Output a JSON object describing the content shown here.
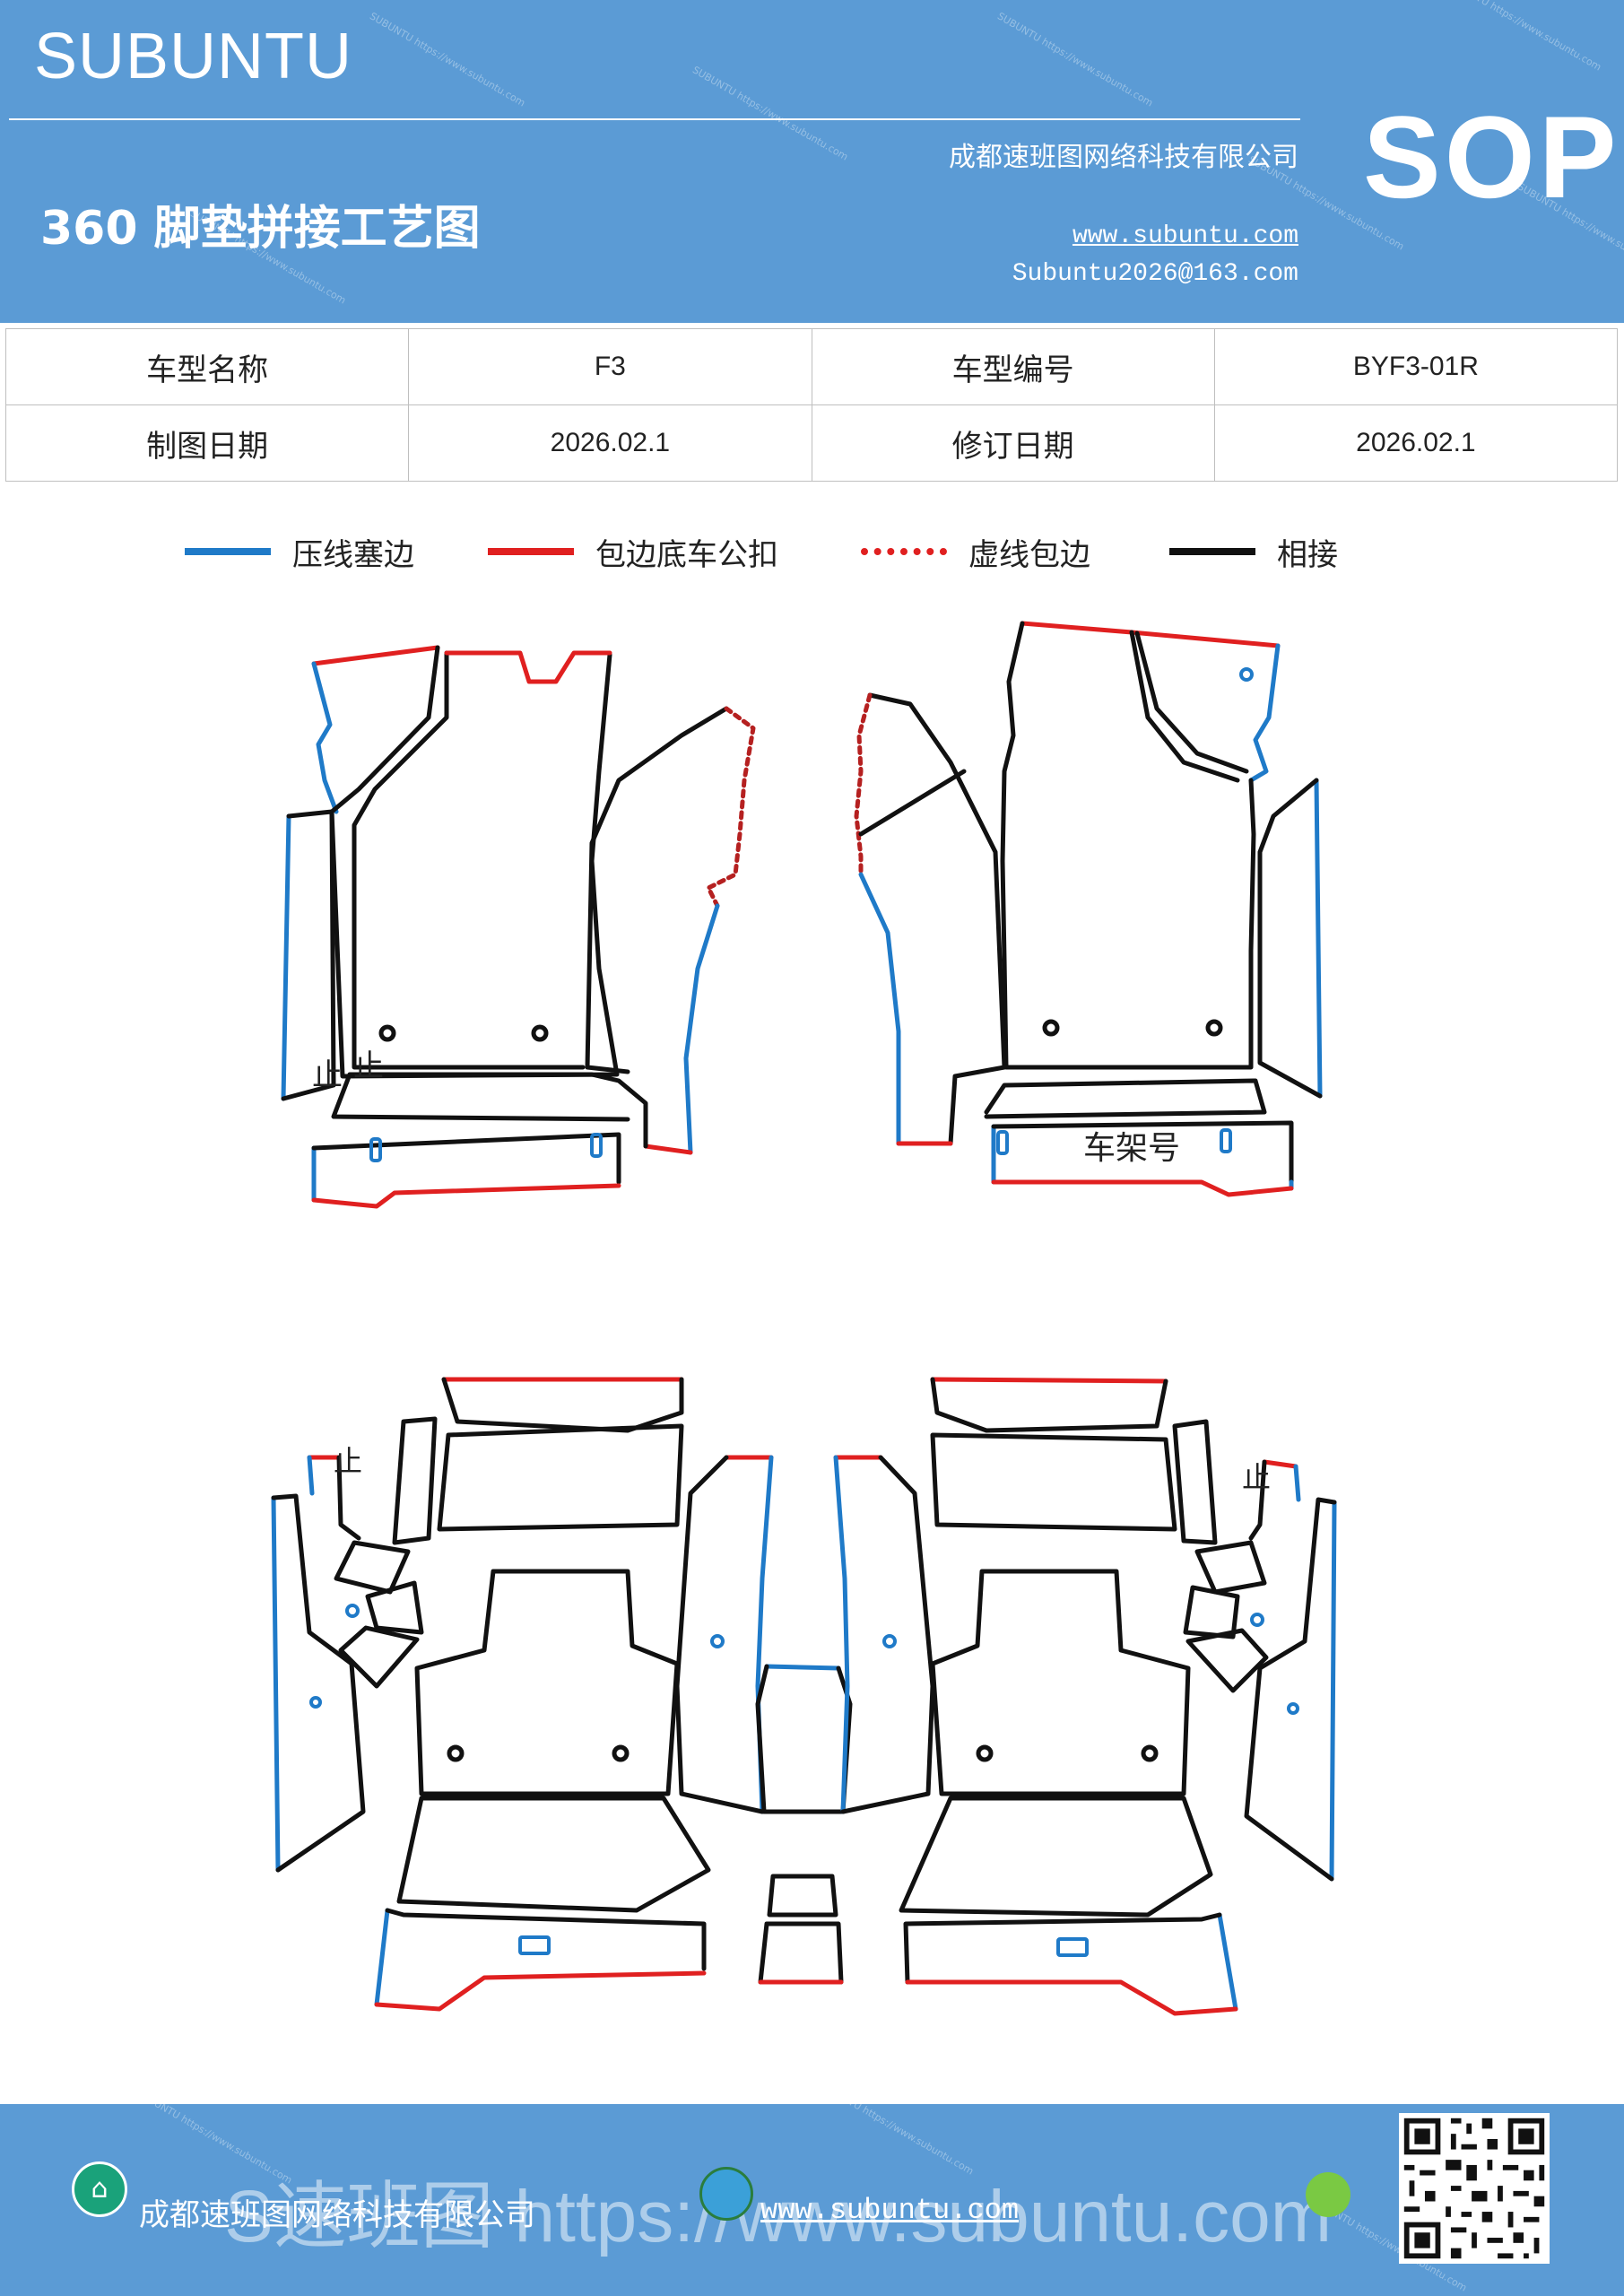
{
  "header": {
    "brand": "SUBUNTU",
    "company": "成都速班图网络科技有限公司",
    "title": "360 脚垫拼接工艺图",
    "website": "www.subuntu.com",
    "email": "Subuntu2026@163.com",
    "badge": "SOP",
    "watermark": "SUBUNTU https://www.subuntu.com"
  },
  "info_table": {
    "rows": [
      {
        "label1": "车型名称",
        "value1": "F3",
        "label2": "车型编号",
        "value2": "BYF3-01R"
      },
      {
        "label1": "制图日期",
        "value1": "2026.02.1",
        "label2": "修订日期",
        "value2": "2026.02.1"
      }
    ]
  },
  "legend": [
    {
      "label": "压线塞边",
      "color": "#1f7ac8",
      "style": "solid"
    },
    {
      "label": "包边底车公扣",
      "color": "#e02020",
      "style": "solid"
    },
    {
      "label": "虚线包边",
      "color": "#e02020",
      "style": "dotted"
    },
    {
      "label": "相接",
      "color": "#111111",
      "style": "solid"
    }
  ],
  "diagram": {
    "stop_mark": "止",
    "frame_number_label": "车架号"
  },
  "footer": {
    "company": "成都速班图网络科技有限公司",
    "website": "www.subuntu.com",
    "overlay_text": "S速班图 https://www.subuntu.com",
    "building_icon": "building-icon",
    "globe_icon": "globe-icon"
  }
}
